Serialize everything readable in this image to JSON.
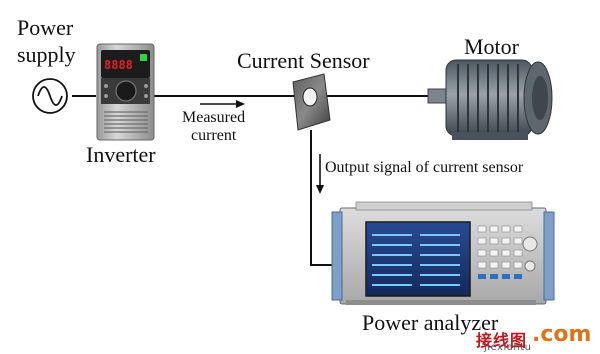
{
  "labels": {
    "power_supply_line1": "Power",
    "power_supply_line2": "supply",
    "inverter": "Inverter",
    "current_sensor": "Current Sensor",
    "motor": "Motor",
    "measured_line1": "Measured",
    "measured_line2": "current",
    "output_signal": "Output signal of current sensor",
    "power_analyzer": "Power analyzer"
  },
  "inverter_display": "8888",
  "watermark": {
    "chinese": "接线图",
    "com": ".com",
    "url": "jiexiantu"
  },
  "icons": {
    "ac_source": "ac-source-icon",
    "inverter": "inverter-device",
    "current_sensor": "current-sensor-clamp",
    "motor": "motor-device",
    "power_analyzer": "power-analyzer-device"
  },
  "colors": {
    "wire": "#111111",
    "inverter_display": "#e02020",
    "analyzer_screen": "#1b3a7a",
    "watermark_red": "#c0171d",
    "watermark_orange": "#e0731a"
  }
}
